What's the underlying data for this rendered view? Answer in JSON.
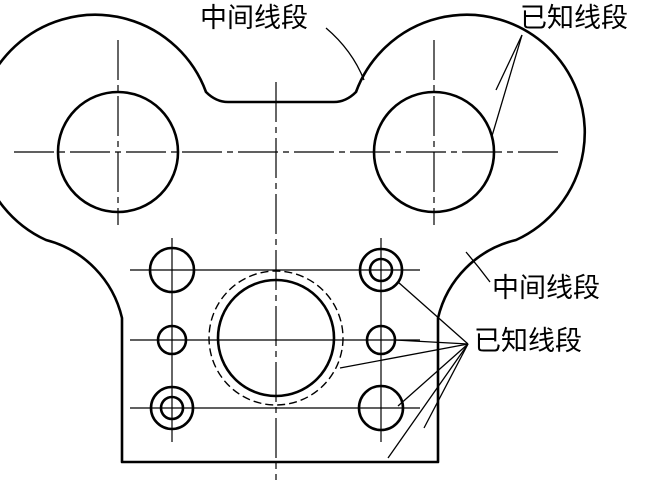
{
  "annotations": {
    "intermediate_top": "中间线段",
    "known_top": "已知线段",
    "intermediate_right": "中间线段",
    "known_right": "已知线段"
  }
}
